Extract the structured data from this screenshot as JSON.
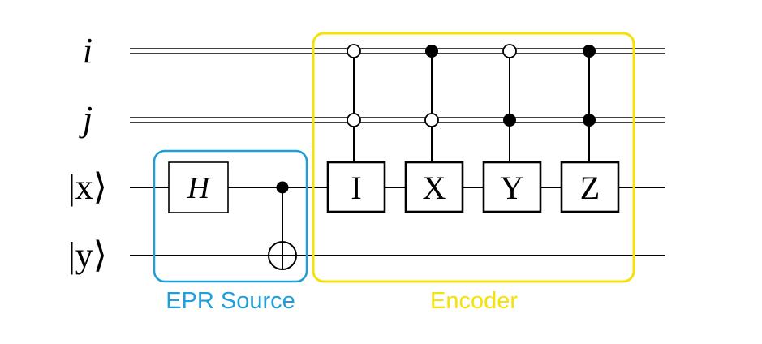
{
  "wires": {
    "i_label": "i",
    "j_label": "j",
    "x_label": "|x⟩",
    "y_label": "|y⟩"
  },
  "gates": {
    "hadamard": "H",
    "identity": "I",
    "pauli_x": "X",
    "pauli_y": "Y",
    "pauli_z": "Z"
  },
  "groups": {
    "epr_source": "EPR Source",
    "encoder": "Encoder"
  },
  "colors": {
    "epr_source": "#1e9fd8",
    "encoder": "#f5e20a",
    "wire": "#000000"
  }
}
